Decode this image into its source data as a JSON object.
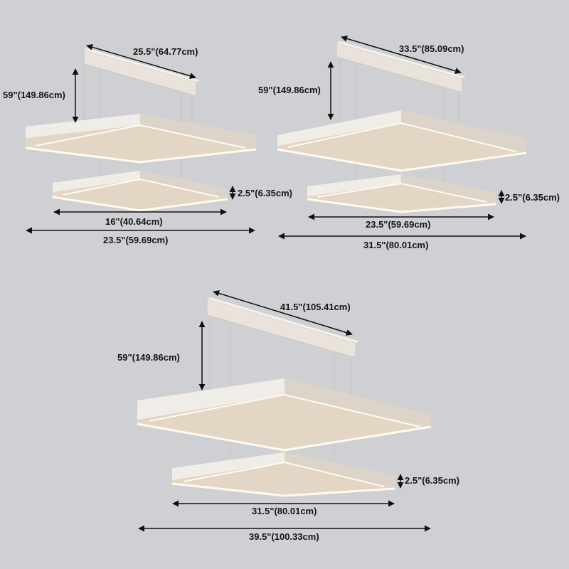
{
  "colors": {
    "background": "#cfd0d4",
    "fixture_face": "#efebe6",
    "fixture_side": "#d9d2c8",
    "fixture_inner": "#e4d6c4",
    "led_glow": "#fffaf0",
    "dimension_line": "#111111"
  },
  "fixtures": [
    {
      "id": "small",
      "canopy_length": "25.5\"(64.77cm)",
      "hanging_height": "59\"(149.86cm)",
      "ring_thickness": "2.5\"(6.35cm)",
      "lower_ring_width": "16\"(40.64cm)",
      "upper_ring_width": "23.5\"(59.69cm)"
    },
    {
      "id": "medium",
      "canopy_length": "33.5\"(85.09cm)",
      "hanging_height": "59\"(149.86cm)",
      "ring_thickness": "2.5\"(6.35cm)",
      "lower_ring_width": "23.5\"(59.69cm)",
      "upper_ring_width": "31.5\"(80.01cm)"
    },
    {
      "id": "large",
      "canopy_length": "41.5\"(105.41cm)",
      "hanging_height": "59\"(149.86cm)",
      "ring_thickness": "2.5\"(6.35cm)",
      "lower_ring_width": "31.5\"(80.01cm)",
      "upper_ring_width": "39.5\"(100.33cm)"
    }
  ]
}
